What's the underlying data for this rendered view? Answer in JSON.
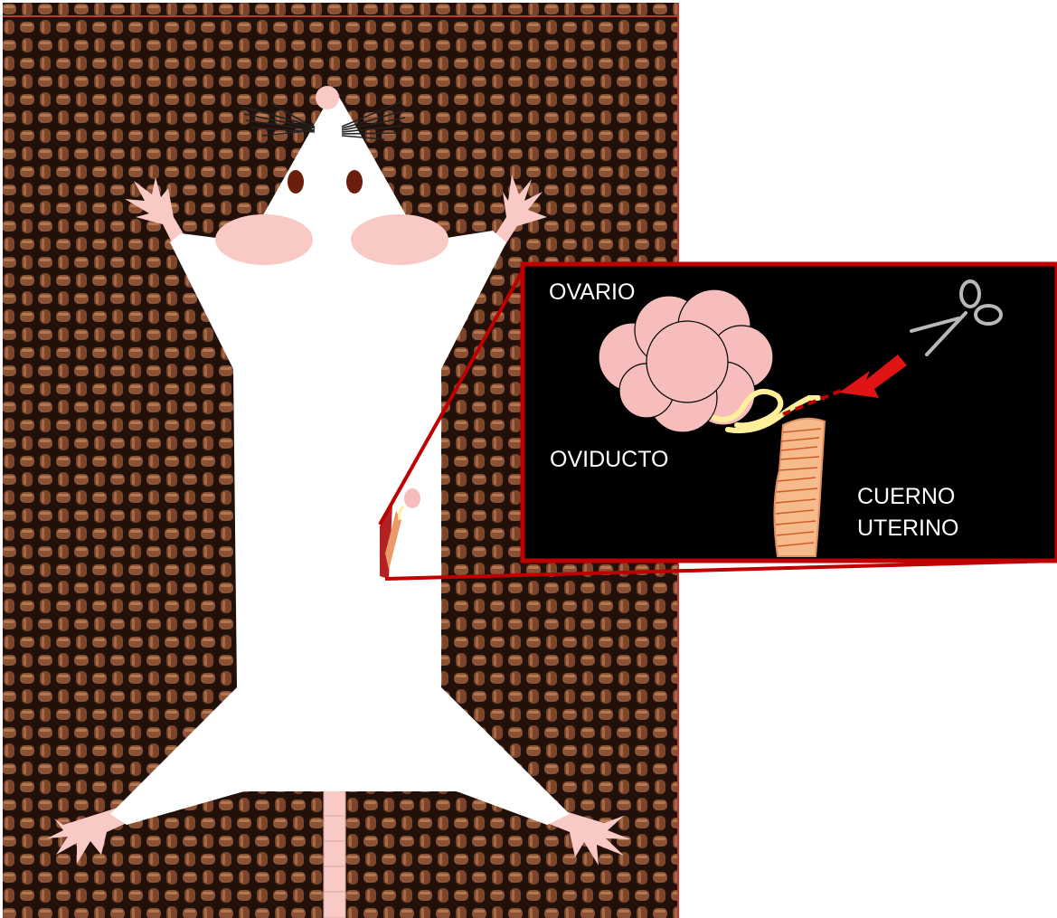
{
  "labels": {
    "ovary": "OVARIO",
    "oviduct": "OVIDUCTO",
    "horn_line1": "CUERNO",
    "horn_line2": "UTERINO"
  },
  "colors": {
    "mat_dark": "#2a140b",
    "mat_strand": "#8a5236",
    "mat_strand_light": "#b7784f",
    "body": "#ffffff",
    "pink": "#f9c9c5",
    "eye": "#6b1e0b",
    "callout_border": "#c00000",
    "callout_bg": "#000000",
    "ovary": "#f7bdbd",
    "oviduct": "#ffef9a",
    "horn_fill": "#f6ba8c",
    "horn_stripe": "#cf5a22",
    "arrow": "#e01414",
    "scissors": "#b8b8b8"
  },
  "icons": [
    "scissors-icon",
    "arrow-icon"
  ]
}
